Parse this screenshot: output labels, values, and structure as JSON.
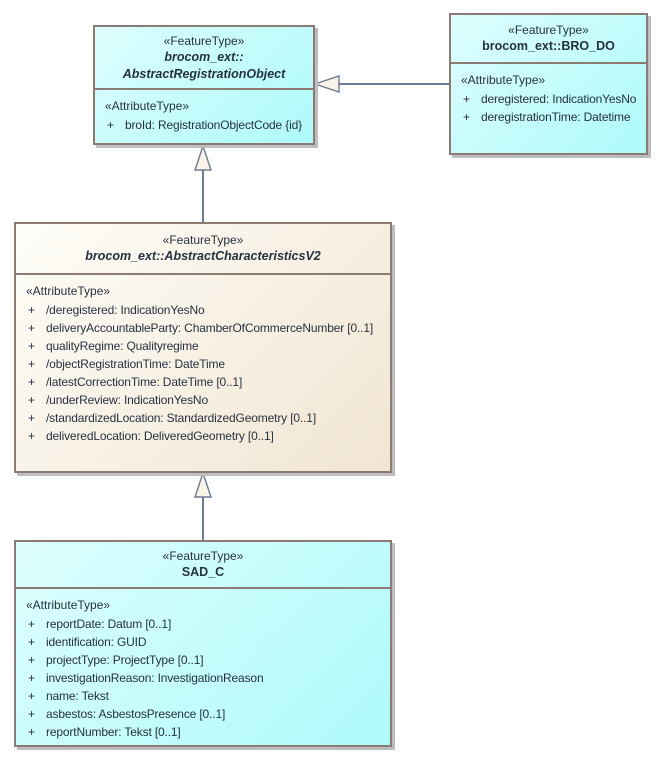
{
  "colors": {
    "class_fill_cyan_start": "#defefe",
    "class_fill_cyan_end": "#aefafa",
    "class_fill_beige_start": "#fefdf8",
    "class_fill_beige_end": "#f1e5d2",
    "class_border": "#8b7b73",
    "shadow": "#bdbdbd",
    "connector_line": "#6b7a95",
    "arrowhead_fill": "#faf3e8",
    "text": "#26313f"
  },
  "classes": [
    {
      "stereotype": "«FeatureType»",
      "title_line1": "brocom_ext::",
      "title_line2": "AbstractRegistrationObject",
      "abstract": true,
      "attr_header": "«AttributeType»",
      "attributes": [
        {
          "vis": "+",
          "text": "broId: RegistrationObjectCode {id}"
        }
      ]
    },
    {
      "stereotype": "«FeatureType»",
      "title_line1": "brocom_ext::BRO_DO",
      "abstract": false,
      "attr_header": "«AttributeType»",
      "attributes": [
        {
          "vis": "+",
          "text": "deregistered: IndicationYesNo"
        },
        {
          "vis": "+",
          "text": "deregistrationTime: Datetime"
        }
      ]
    },
    {
      "stereotype": "«FeatureType»",
      "title_line1": "brocom_ext::AbstractCharacteristicsV2",
      "abstract": true,
      "attr_header": "«AttributeType»",
      "attributes": [
        {
          "vis": "+",
          "text": "/deregistered: IndicationYesNo"
        },
        {
          "vis": "+",
          "text": "deliveryAccountableParty: ChamberOfCommerceNumber [0..1]"
        },
        {
          "vis": "+",
          "text": "qualityRegime: Qualityregime"
        },
        {
          "vis": "+",
          "text": "/objectRegistrationTime: DateTime"
        },
        {
          "vis": "+",
          "text": "/latestCorrectionTime: DateTime [0..1]"
        },
        {
          "vis": "+",
          "text": "/underReview: IndicationYesNo"
        },
        {
          "vis": "+",
          "text": "/standardizedLocation: StandardizedGeometry [0..1]"
        },
        {
          "vis": "+",
          "text": "deliveredLocation: DeliveredGeometry [0..1]"
        }
      ]
    },
    {
      "stereotype": "«FeatureType»",
      "title_line1": "SAD_C",
      "abstract": false,
      "attr_header": "«AttributeType»",
      "attributes": [
        {
          "vis": "+",
          "text": "reportDate: Datum [0..1]"
        },
        {
          "vis": "+",
          "text": "identification: GUID"
        },
        {
          "vis": "+",
          "text": "projectType: ProjectType [0..1]"
        },
        {
          "vis": "+",
          "text": "investigationReason: InvestigationReason"
        },
        {
          "vis": "+",
          "text": "name: Tekst"
        },
        {
          "vis": "+",
          "text": "asbestos: AsbestosPresence [0..1]"
        },
        {
          "vis": "+",
          "text": "reportNumber: Tekst [0..1]"
        }
      ]
    }
  ],
  "connectors": [
    {
      "type": "generalization",
      "from": "brocom_ext::BRO_DO",
      "to": "brocom_ext::AbstractRegistrationObject"
    },
    {
      "type": "generalization",
      "from": "brocom_ext::AbstractCharacteristicsV2",
      "to": "brocom_ext::AbstractRegistrationObject"
    },
    {
      "type": "generalization",
      "from": "SAD_C",
      "to": "brocom_ext::AbstractCharacteristicsV2"
    }
  ]
}
